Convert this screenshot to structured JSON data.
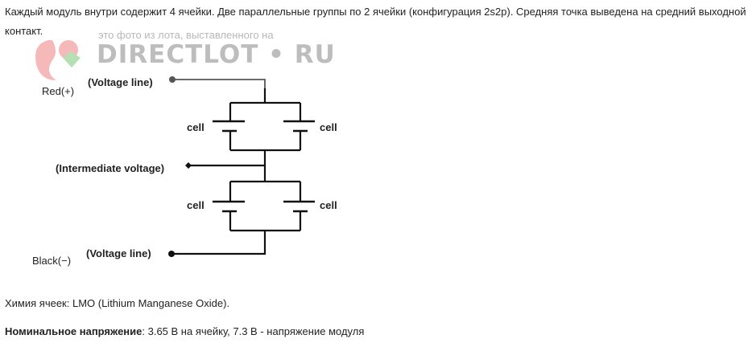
{
  "intro": "Каждый модуль внутри содержит 4 ячейки. Две параллельные группы по 2 ячейки (конфигурация 2s2p). Средняя точка выведена на средний выходной контакт.",
  "watermark": {
    "line1": "это фото из лота, выставленного на",
    "line2": "DIRECTLOT • RU"
  },
  "diagram": {
    "red": "Red(+)",
    "black": "Black(−)",
    "voltage_top": "(Voltage line)",
    "voltage_bottom": "(Voltage line)",
    "intermediate": "(Intermediate voltage)",
    "cell": "cell"
  },
  "chemistry": "Химия ячеек: LMO (Lithium Manganese Oxide).",
  "nominal": {
    "label": "Номинальное напряжение",
    "value": ": 3.65 В на ячейку, 7.3 В - напряжение модуля"
  }
}
